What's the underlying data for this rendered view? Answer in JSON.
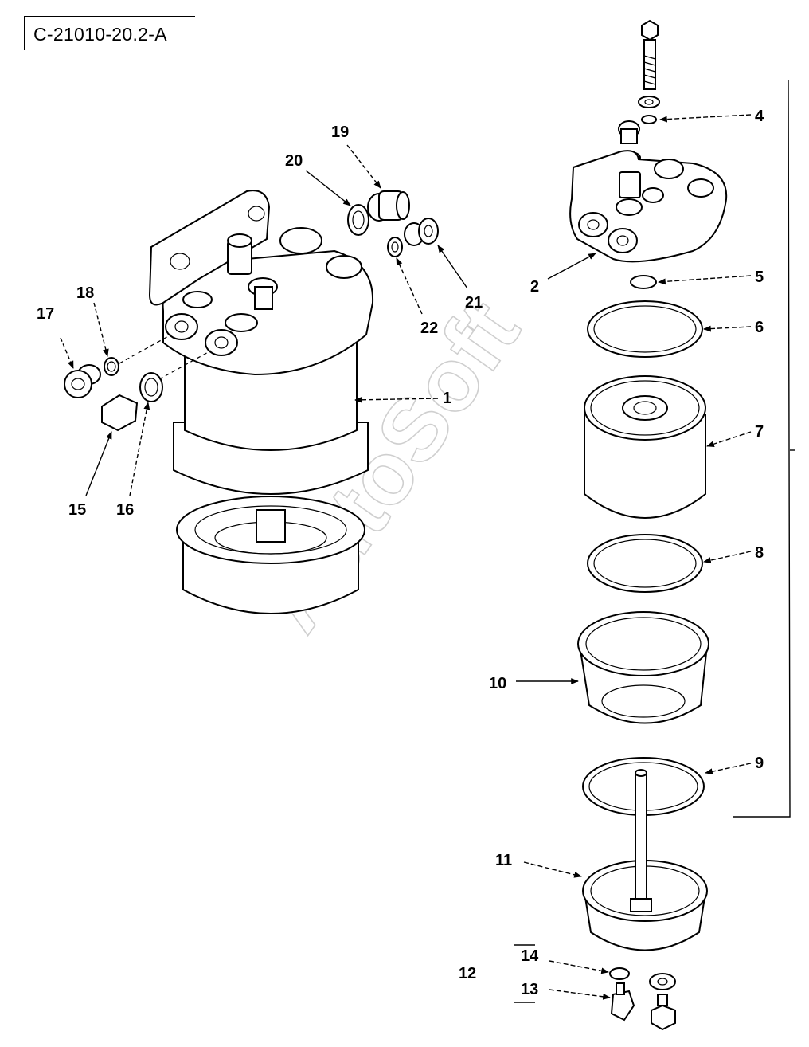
{
  "drawing_code": "C-21010-20.2-A",
  "watermark": "AutoSoft",
  "callouts": {
    "c1": "1",
    "c2": "2",
    "c4": "4",
    "c5": "5",
    "c6": "6",
    "c7": "7",
    "c8": "8",
    "c9": "9",
    "c10": "10",
    "c11": "11",
    "c12": "12",
    "c13": "13",
    "c14": "14",
    "c15": "15",
    "c16": "16",
    "c17": "17",
    "c18": "18",
    "c19": "19",
    "c20": "20",
    "c21": "21",
    "c22": "22"
  }
}
